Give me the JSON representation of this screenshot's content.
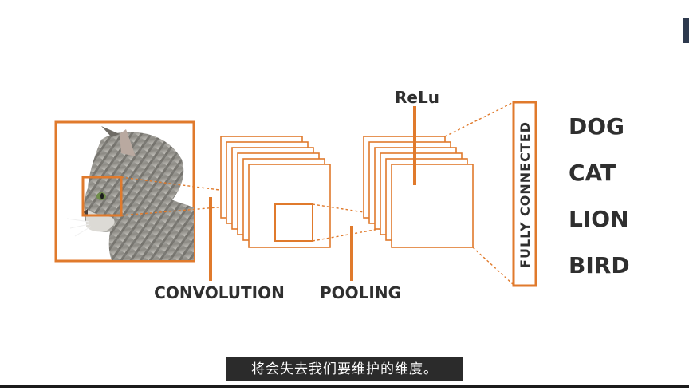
{
  "diagram": {
    "labels": {
      "convolution": "CONVOLUTION",
      "pooling": "POOLING",
      "relu": "ReLu",
      "fully_connected": "FULLY CONNECTED"
    },
    "classes": [
      "DOG",
      "CAT",
      "LION",
      "BIRD"
    ],
    "colors": {
      "accent": "#e07a2c",
      "text": "#2f2f2f"
    }
  },
  "subtitle": {
    "text": "将会失去我们要维护的维度。"
  }
}
